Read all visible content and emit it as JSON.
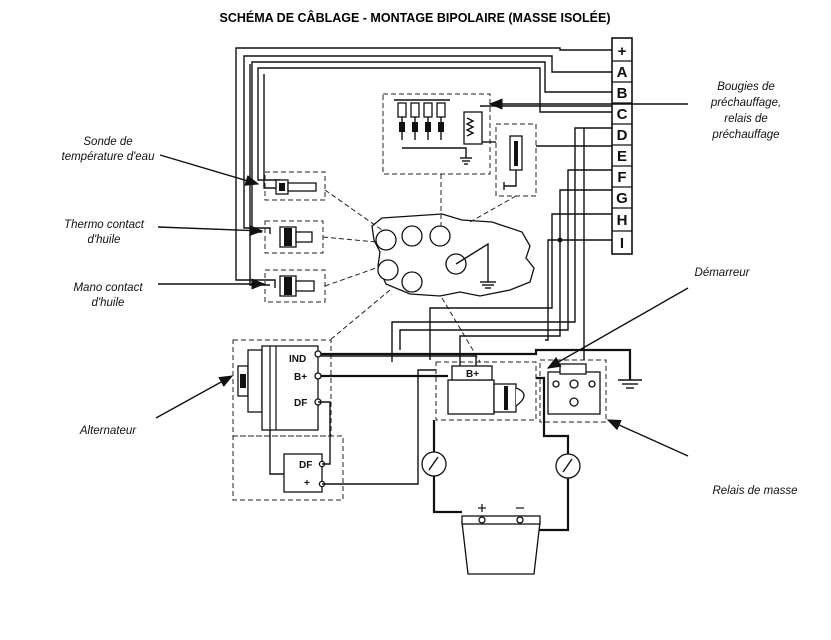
{
  "title": "SCHÉMA DE CÂBLAGE - MONTAGE BIPOLAIRE (MASSE ISOLÉE)",
  "terminals": [
    "+",
    "A",
    "B",
    "C",
    "D",
    "E",
    "F",
    "G",
    "H",
    "I"
  ],
  "labels": {
    "sonde_line1": "Sonde de",
    "sonde_line2": "température d'eau",
    "thermo_line1": "Thermo contact",
    "thermo_line2": "d'huile",
    "mano_line1": "Mano contact",
    "mano_line2": "d'huile",
    "alternateur": "Alternateur",
    "bougies_line1": "Bougies de",
    "bougies_line2": "préchauffage,",
    "bougies_line3": "relais de",
    "bougies_line4": "préchauffage",
    "demarreur": "Démarreur",
    "relais_masse": "Relais de masse"
  },
  "component_marks": {
    "alt_ind": "IND",
    "alt_bplus": "B+",
    "alt_df": "DF",
    "reg_df": "DF",
    "reg_plus": "+",
    "starter_bplus": "B+"
  }
}
